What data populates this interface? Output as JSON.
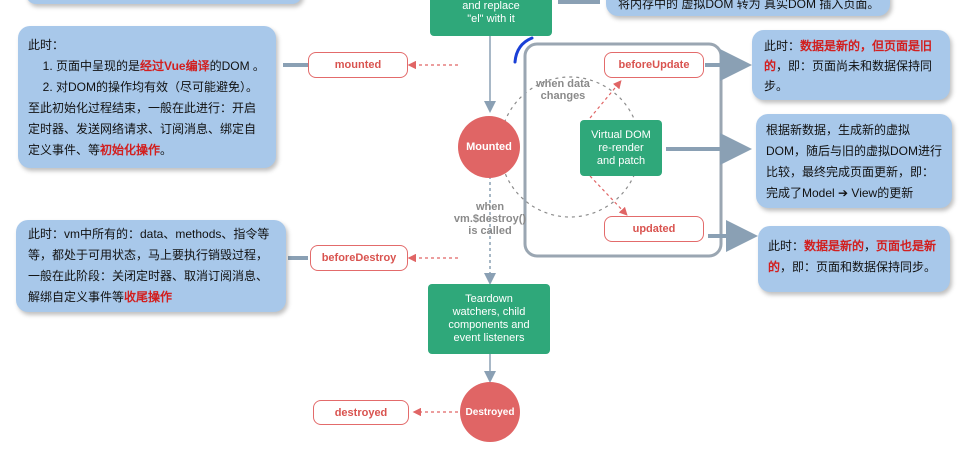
{
  "top_green": {
    "line1": "and replace",
    "line2": "\"el\" with it"
  },
  "top_right_note": "将内存中的 虚拟DOM 转为 真实DOM 插入页面。",
  "mounted_note": {
    "title": "此时：",
    "item1_pre": "页面中呈现的是",
    "item1_red": "经过Vue编译",
    "item1_post": "的DOM 。",
    "item2": "对DOM的操作均有效（尽可能避免）。",
    "tail_pre": "至此初始化过程结束，一般在此进行：开启定时器、发送网络请求、订阅消息、绑定自定义事件、等",
    "tail_red": "初始化操作",
    "tail_post": "。"
  },
  "hooks": {
    "mounted": "mounted",
    "beforeUpdate": "beforeUpdate",
    "updated": "updated",
    "beforeDestroy": "beforeDestroy",
    "destroyed": "destroyed"
  },
  "circles": {
    "mounted": "Mounted",
    "destroyed": "Destroyed"
  },
  "when_data_changes": {
    "line1": "when data",
    "line2": "changes"
  },
  "when_destroy": {
    "line1": "when",
    "line2": "vm.$destroy()",
    "line3": "is called"
  },
  "vdom_box": {
    "line1": "Virtual DOM",
    "line2": "re-render",
    "line3": "and patch"
  },
  "teardown_box": {
    "line1": "Teardown",
    "line2": "watchers, child",
    "line3": "components and",
    "line4": "event listeners"
  },
  "before_update_note": {
    "pre": "此时：",
    "red1": "数据是新的，但页面是旧的",
    "post": "，即：页面尚未和数据保持同步。"
  },
  "vdom_note": {
    "text1": "根据新数据，生成新的虚拟DOM，随后与旧的虚拟DOM进行比较，最终完成页面更新，即：完成了Model ",
    "arrow": "➔",
    "text2": " View的更新"
  },
  "updated_note": {
    "pre": "此时：",
    "red1": "数据是新的",
    "mid": "，",
    "red2": "页面也是新的",
    "post": "，即：页面和数据保持同步。"
  },
  "before_destroy_note": {
    "text": "此时：vm中所有的：data、methods、指令等等，都处于可用状态，马上要执行销毁过程，一般在此阶段：关闭定时器、取消订阅消息、解绑自定义事件等",
    "red": "收尾操作"
  },
  "colors": {
    "note_bg": "#a8c8ea",
    "green": "#2fa87a",
    "red": "#e06565",
    "hook_border": "#e36b6b"
  }
}
